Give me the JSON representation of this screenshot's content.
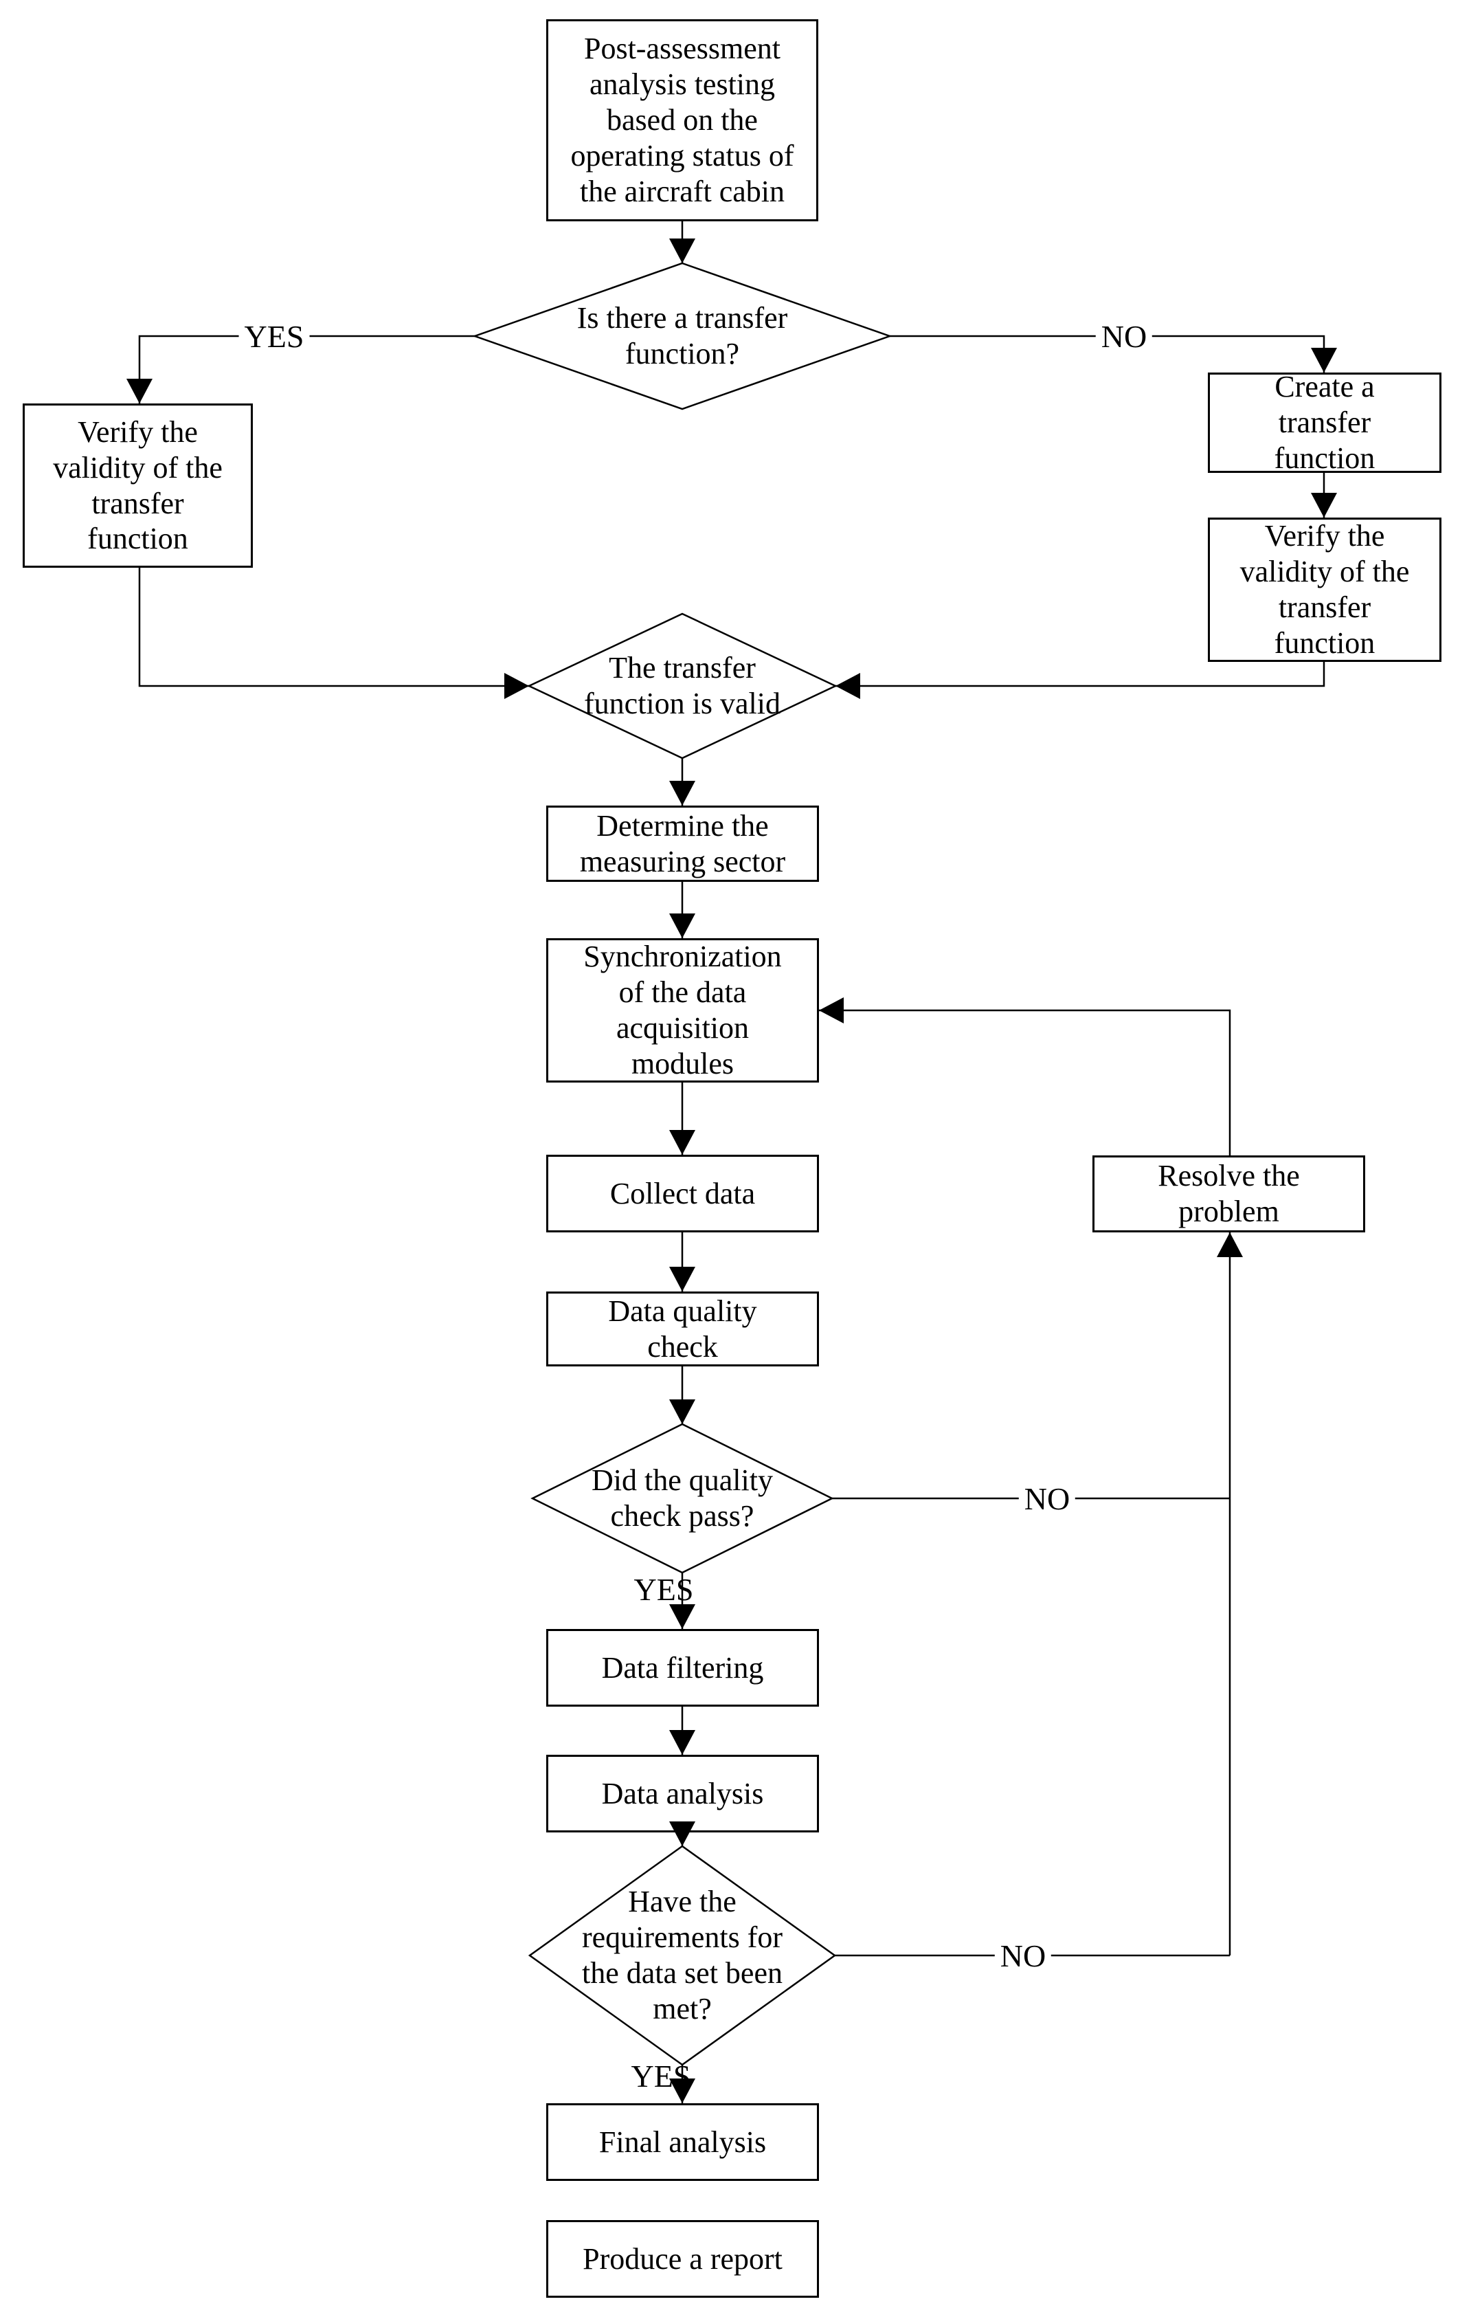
{
  "figure": {
    "type": "flowchart",
    "background_color": "#ffffff",
    "line_color": "#000000",
    "text_color": "#000000",
    "node_fill": "#ffffff"
  },
  "nodes": {
    "start": "Post-assessment\nanalysis testing\nbased on the\noperating status of\nthe aircraft cabin",
    "is_transfer": "Is there a transfer\nfunction?",
    "verify_left": "Verify the\nvalidity of the\ntransfer\nfunction",
    "create_transfer": "Create a\ntransfer\nfunction",
    "verify_right": "Verify the\nvalidity of the\ntransfer\nfunction",
    "transfer_valid": "The transfer\nfunction is valid",
    "determine_sector": "Determine the\nmeasuring sector",
    "sync_modules": "Synchronization\nof the data\nacquisition\nmodules",
    "collect_data": "Collect data",
    "quality_check": "Data quality\ncheck",
    "resolve_problem": "Resolve the\nproblem",
    "quality_pass": "Did the quality\ncheck pass?",
    "data_filtering": "Data filtering",
    "data_analysis": "Data analysis",
    "requirements_met": "Have the\nrequirements for\nthe data set been\nmet?",
    "final_analysis": "Final analysis",
    "produce_report": "Produce a report"
  },
  "edge_labels": {
    "yes_transfer": "YES",
    "no_transfer": "NO",
    "yes_quality": "YES",
    "no_quality": "NO",
    "yes_requirements": "YES",
    "no_requirements": "NO"
  }
}
